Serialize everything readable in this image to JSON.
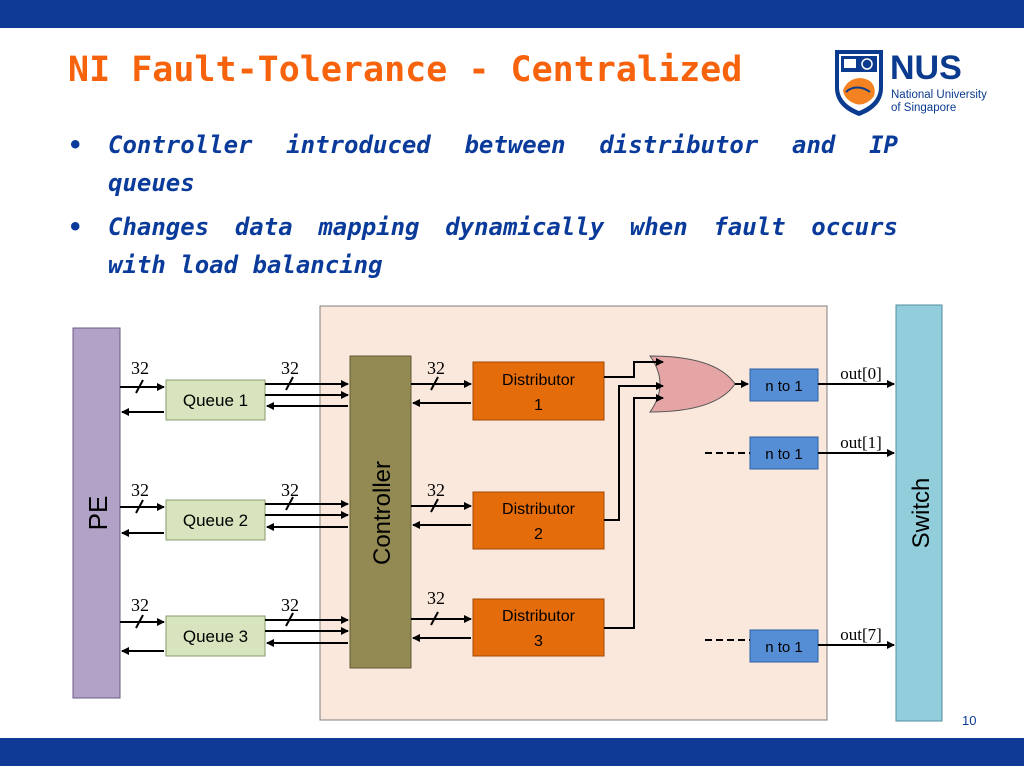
{
  "slide": {
    "title": "NI Fault-Tolerance - Centralized",
    "bullets": [
      {
        "marker": "•",
        "text": "Controller introduced between distributor and IP queues"
      },
      {
        "marker": "•",
        "text": "Changes data mapping dynamically when fault occurs with load balancing"
      }
    ],
    "page_number": "10"
  },
  "logo": {
    "wordmark": "NUS",
    "line1": "National University",
    "line2": "of Singapore",
    "colors": {
      "blue": "#0b3b8f",
      "orange": "#f58220"
    }
  },
  "diagram": {
    "pe_label": "PE",
    "switch_label": "Switch",
    "controller_label": "Controller",
    "queues": [
      "Queue 1",
      "Queue 2",
      "Queue 3"
    ],
    "distributors": [
      {
        "line1": "Distributor",
        "line2": "1"
      },
      {
        "line1": "Distributor",
        "line2": "2"
      },
      {
        "line1": "Distributor",
        "line2": "3"
      }
    ],
    "bus_width": "32",
    "mux_label": "n to 1",
    "outputs": [
      "out[0]",
      "out[1]",
      "out[7]"
    ],
    "colors": {
      "pe": "#b3a2c7",
      "switch": "#92cddc",
      "controller": "#938953",
      "queue": "#d7e4bd",
      "distributor": "#e46c0a",
      "mux": "#558ed5",
      "or_gate": "#e6a5a5",
      "background_panel": "#fbe8dc",
      "bands": "#0f3b97",
      "title": "#f7630c",
      "text": "#0b3b9a"
    }
  }
}
